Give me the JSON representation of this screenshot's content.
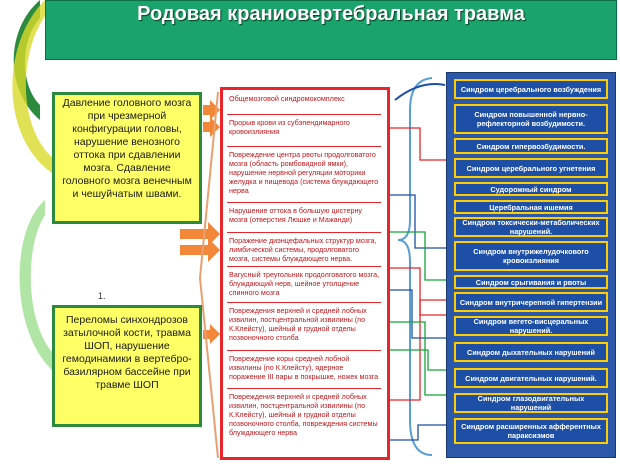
{
  "title": "Родовая краниовертебральная травма",
  "cause_top": "Давление головного мозга при чрезмерной конфигурации головы, нарушение венозного оттока при сдавлении мозга. Сдавление головного мозга венечным и чешуйчатым швами.",
  "cause_marker": "1.",
  "cause_bottom": "Переломы синхондрозов затылочной кости, травма ШОП, нарушение гемодинамики в вертебро-базилярном бассейне при травме ШОП",
  "pathology": [
    "Общемозговой синдромокомплекс",
    "Прорыв крови из субэпендимарного кровоизлияния",
    "Повреждение центра рвоты продолговатого мозга (область ромбовидной ямки), нарушение нервной регуляции моторики желудка и пищевода (система блуждающего нерва",
    "Нарушение оттока в большую цистерну мозга (отверстия Люшке и Мажанди)",
    "Поражение диэнцефальных структур мозга, лимбической системы, продолговатого мозга, системы блуждающего нерва.",
    "Вагусный треугольник продолговатого мозга, блуждающий нерв, шейное утолщение спинного мозга",
    "Повреждения верхней и средней лобных извилин, постцентральной извилины (по К.Клейсту), шейный и грудной отделы позвоночного столба",
    "Повреждение коры средней лобной извилины (по К.Клейсту), ядерное поражение III пары в покрышке, ножек мозга",
    "Повреждения верхней и средней лобных извилин, постцентральной извилины (по К.Клейсту), шейный и грудной отделы позвоночного столба, повреждения системы блуждающего нерва"
  ],
  "syndromes": [
    "Синдром церебрального возбуждения",
    "Синдром повышенной нервно-рефлекторной возбудимости.",
    "Синдром гипервозбудимости.",
    "Синдром церебрального угнетения",
    "Судорожный синдром",
    "Церебральная ишемия",
    "Синдром токсически-метаболических нарушений.",
    "Синдром внутрижелудочкового кровоизлияния",
    "Синдром срыгивания и рвоты",
    "Синдром внутричерепной гипертензии",
    "Синдром вегето-висцеральных нарушений.",
    "Синдром дыхательных нарушений",
    "Синдром двигательных нарушений.",
    "Синдром глазодвигательных нарушений",
    "Синдром расширенных афферентных параксизмов"
  ],
  "colors": {
    "title_bg": "#1aa36a",
    "cause_bg": "#ffff66",
    "cause_border": "#2c8a3e",
    "pathology_border": "#e8252a",
    "pathology_text": "#c0161b",
    "syndrome_bg": "#1c4fa5",
    "syndrome_border": "#ffcc00",
    "arrow_color": "#f2873a",
    "connector_red": "#e8252a",
    "connector_blue": "#1c4fa5",
    "connector_green": "#13a538"
  }
}
